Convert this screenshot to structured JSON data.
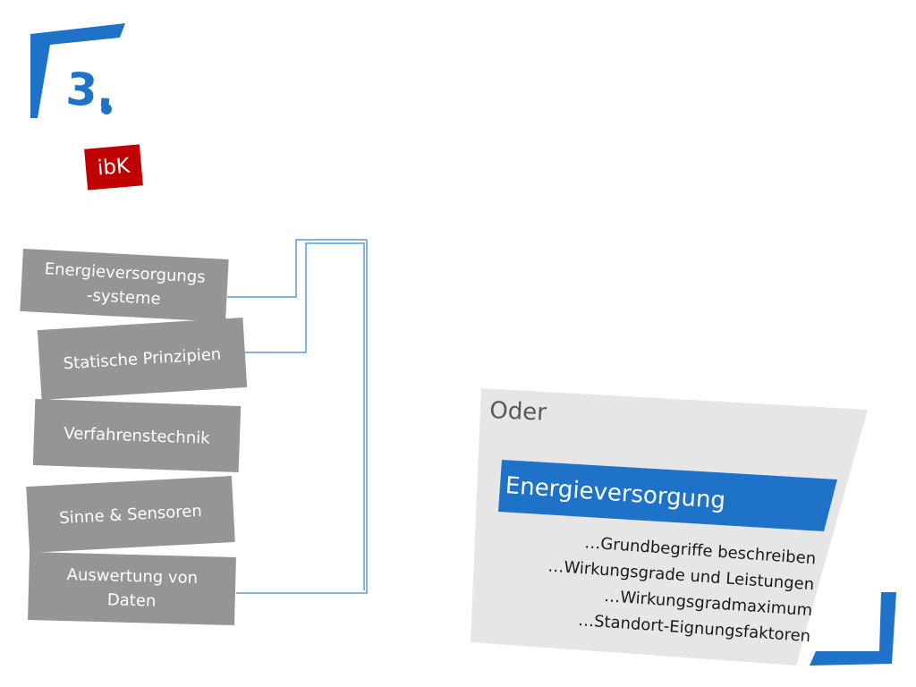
{
  "logo": {
    "number": "3.",
    "badge": "ibK"
  },
  "topics": [
    {
      "label": "Energieversorgungs\n-systeme"
    },
    {
      "label": "Statische Prinzipien"
    },
    {
      "label": "Verfahrenstechnik"
    },
    {
      "label": "Sinne & Sensoren"
    },
    {
      "label": "Auswertung von\nDaten"
    }
  ],
  "panel": {
    "or_label": "Oder",
    "title": "Energieversorgung",
    "items": [
      "…Grundbegriffe beschreiben",
      "…Wirkungsgrade und Leistungen",
      "…Wirkungsgradmaximum",
      "…Standort-Eignungsfaktoren"
    ]
  },
  "colors": {
    "accent_blue": "#1e72c8",
    "badge_red": "#c00000",
    "box_gray": "#959595",
    "panel_gray": "#e6e6e6",
    "connector_blue": "#5b9bd5"
  }
}
